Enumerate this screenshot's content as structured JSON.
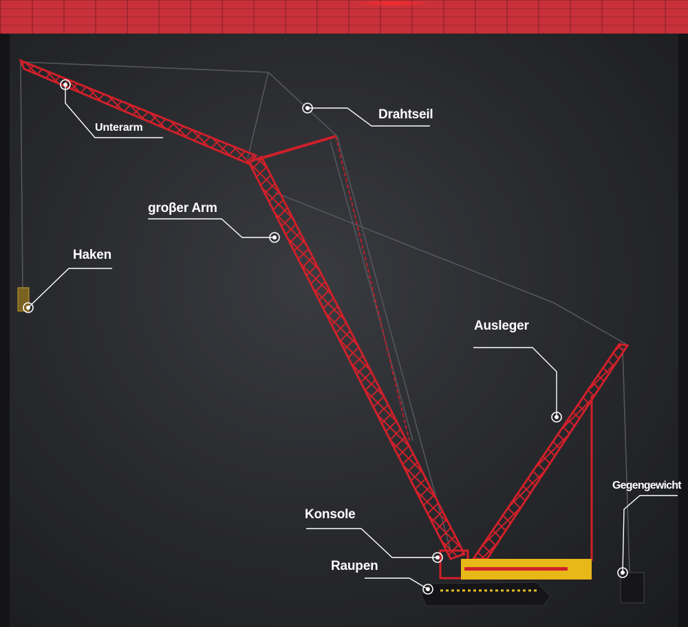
{
  "labels": {
    "unterarm": "Unterarm",
    "drahtseil": "Drahtseil",
    "grosser_arm": "groβer Arm",
    "haken": "Haken",
    "ausleger": "Ausleger",
    "gegengewicht": "Gegengewicht",
    "konsole": "Konsole",
    "raupen": "Raupen"
  },
  "colors": {
    "boom": "#d0202a",
    "body": "#e8b818",
    "banner": "#c9313a",
    "background": "#2a2b2f"
  }
}
